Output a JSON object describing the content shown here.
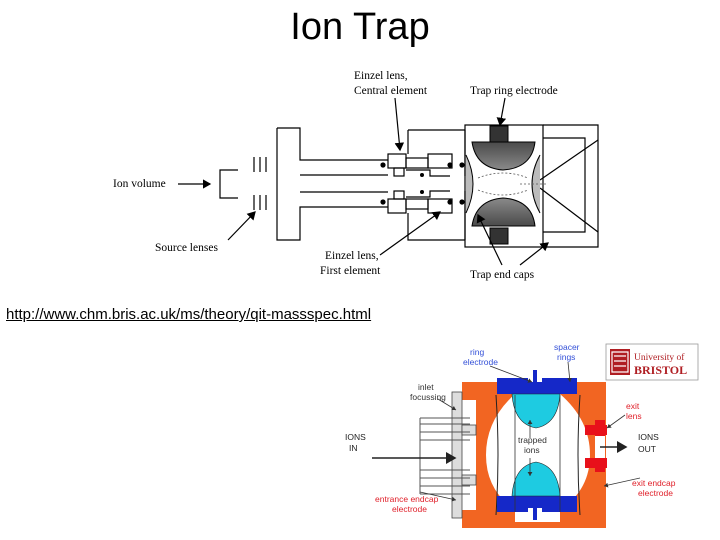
{
  "title": "Ion Trap",
  "source_url": "http://www.chm.bris.ac.uk/ms/theory/qit-massspec.html",
  "diagram_top": {
    "labels": {
      "einzel_central_1": "Einzel lens,",
      "einzel_central_2": "Central element",
      "trap_ring": "Trap ring electrode",
      "ion_volume": "Ion volume",
      "source_lenses": "Source lenses",
      "einzel_first_1": "Einzel lens,",
      "einzel_first_2": "First element",
      "trap_end_caps": "Trap end caps"
    }
  },
  "diagram_bottom": {
    "labels": {
      "ring_1": "ring",
      "ring_2": "electrode",
      "spacer_1": "spacer",
      "spacer_2": "rings",
      "inlet_1": "inlet",
      "inlet_2": "focussing",
      "ions_in_1": "IONS",
      "ions_in_2": "IN",
      "trapped_1": "trapped",
      "trapped_2": "ions",
      "exit_lens_1": "exit",
      "exit_lens_2": "lens",
      "ions_out_1": "IONS",
      "ions_out_2": "OUT",
      "entrance_1": "entrance endcap",
      "entrance_2": "electrode",
      "exit_endcap_1": "exit endcap",
      "exit_endcap_2": "electrode"
    },
    "logo": {
      "line1": "University of",
      "line2": "BRISTOL"
    },
    "colors": {
      "orange": "#f26522",
      "blue": "#1528c8",
      "cyan": "#1ecbe1",
      "red": "#e8101a",
      "label_blue": "#3350d8",
      "label_red": "#e0202a",
      "logo_red": "#b01e23"
    }
  }
}
